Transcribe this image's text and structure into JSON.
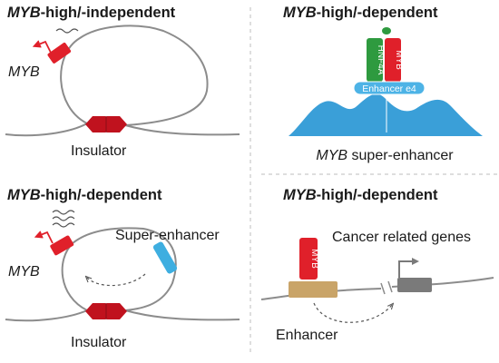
{
  "colors": {
    "myb_red": "#e0202a",
    "insulator_red": "#c0121e",
    "hnf4a_green": "#2e9a3f",
    "super_enhancer_blue": "#3eaee0",
    "mountain_blue": "#3a9fd8",
    "enhancer_tan": "#c9a468",
    "gene_gray": "#7a7a7a",
    "dna_gray": "#8c8c8c",
    "divider": "#bdbdbd",
    "text": "#1a1a1a"
  },
  "panel_a": {
    "title_gene": "MYB",
    "title_rest": "-high/-independent",
    "gene_label": "MYB",
    "insulator_label": "Insulator"
  },
  "panel_b": {
    "title_gene": "MYB",
    "title_rest": "-high/-dependent",
    "hnf4a_label": "HNF4A",
    "myb_label": "MYB",
    "enhancer_label": "Enhancer e4",
    "caption_gene": "MYB",
    "caption_rest": " super-enhancer"
  },
  "panel_c": {
    "title_gene": "MYB",
    "title_rest": "-high/-dependent",
    "gene_label": "MYB",
    "super_enhancer_label": "Super-enhancer",
    "insulator_label": "Insulator"
  },
  "panel_d": {
    "title_gene": "MYB",
    "title_rest": "-high/-dependent",
    "myb_label": "MYB",
    "genes_label": "Cancer related genes",
    "enhancer_label": "Enhancer"
  }
}
